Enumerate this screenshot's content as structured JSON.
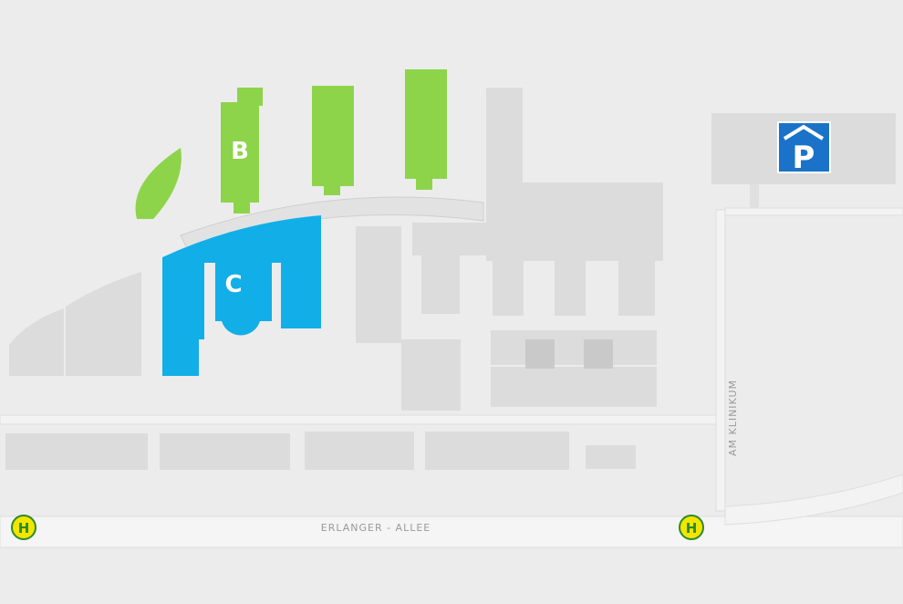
{
  "colors": {
    "background": "#ececec",
    "road": "#f4f4f4",
    "building": "#dcdcdc",
    "building_shadow": "#c9c9c9",
    "building_b": "#8dd44a",
    "building_c": "#12aee8",
    "parking_sign": "#1a73c8",
    "bus_stop": "#f2e600"
  },
  "buildings": {
    "b_label": "B",
    "c_label": "C"
  },
  "streets": {
    "erlanger_allee": "ERLANGER - ALLEE",
    "am_klinikum": "AM KLINIKUM"
  },
  "bus_stops": [
    {
      "label": "H",
      "icon": "bus-stop-icon"
    },
    {
      "label": "H",
      "icon": "bus-stop-icon"
    }
  ],
  "parking": {
    "label": "P",
    "icon": "parking-garage-icon"
  }
}
